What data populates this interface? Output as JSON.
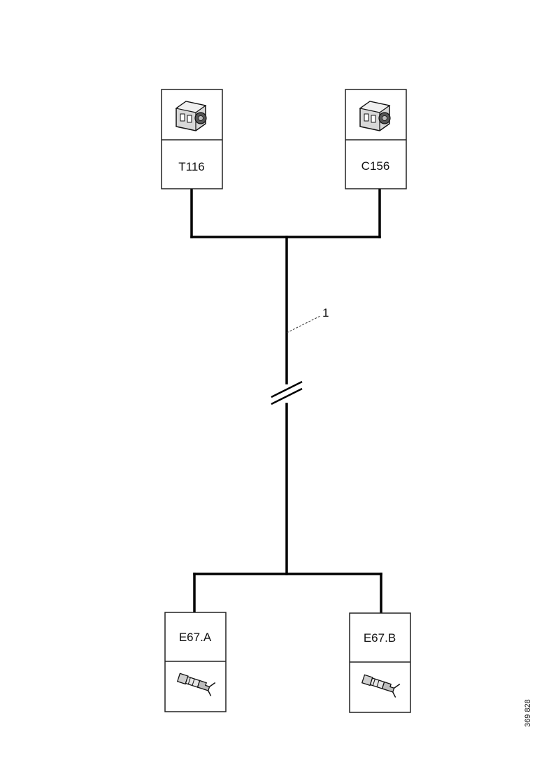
{
  "components": {
    "t116": {
      "label": "T116",
      "icon": "connector-socket-icon"
    },
    "c156": {
      "label": "C156",
      "icon": "connector-socket-icon"
    },
    "e67a": {
      "label": "E67.A",
      "icon": "terminal-pin-icon"
    },
    "e67b": {
      "label": "E67.B",
      "icon": "terminal-pin-icon"
    }
  },
  "callout": {
    "label": "1"
  },
  "reference": "369 828"
}
